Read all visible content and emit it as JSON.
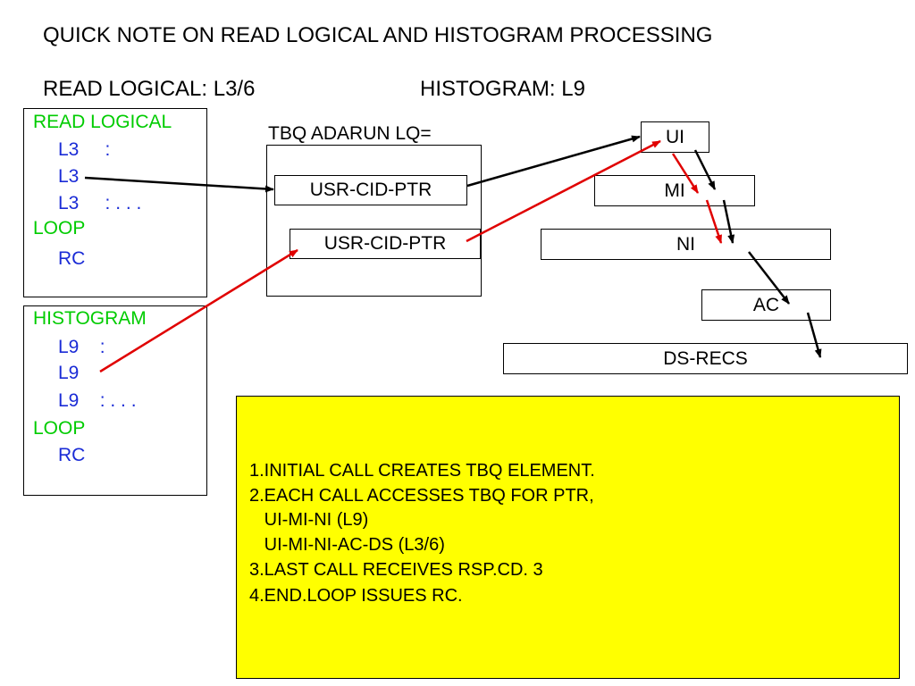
{
  "title": "QUICK NOTE ON READ LOGICAL AND HISTOGRAM PROCESSING",
  "subtitle_left": "READ LOGICAL: L3/6",
  "subtitle_right": "HISTOGRAM: L9",
  "read_logical_box": {
    "header": "READ LOGICAL",
    "lines": [
      "L3     :",
      "L3",
      "L3     : . . .",
      "LOOP",
      "RC"
    ]
  },
  "histogram_box": {
    "header": "HISTOGRAM",
    "lines": [
      "L9    :",
      "L9",
      "L9    : . . .",
      "LOOP",
      "RC"
    ]
  },
  "tbq": {
    "label": "TBQ ADARUN LQ=",
    "ptr1": "USR-CID-PTR",
    "ptr2": "USR-CID-PTR"
  },
  "index_levels": {
    "ui": "UI",
    "mi": "MI",
    "ni": "NI",
    "ac": "AC",
    "ds": "DS-RECS"
  },
  "notes": [
    "1.INITIAL CALL CREATES TBQ ELEMENT.",
    "2.EACH CALL ACCESSES TBQ FOR PTR,",
    "   UI-MI-NI (L9)",
    "   UI-MI-NI-AC-DS (L3/6)",
    "3.LAST CALL RECEIVES RSP.CD. 3",
    "4.END.LOOP ISSUES RC."
  ],
  "colors": {
    "keyword": "#00cc00",
    "command": "#1a2bd6",
    "read_logical_arrow": "#000000",
    "histogram_arrow": "#e00000",
    "note_background": "#ffff00"
  }
}
